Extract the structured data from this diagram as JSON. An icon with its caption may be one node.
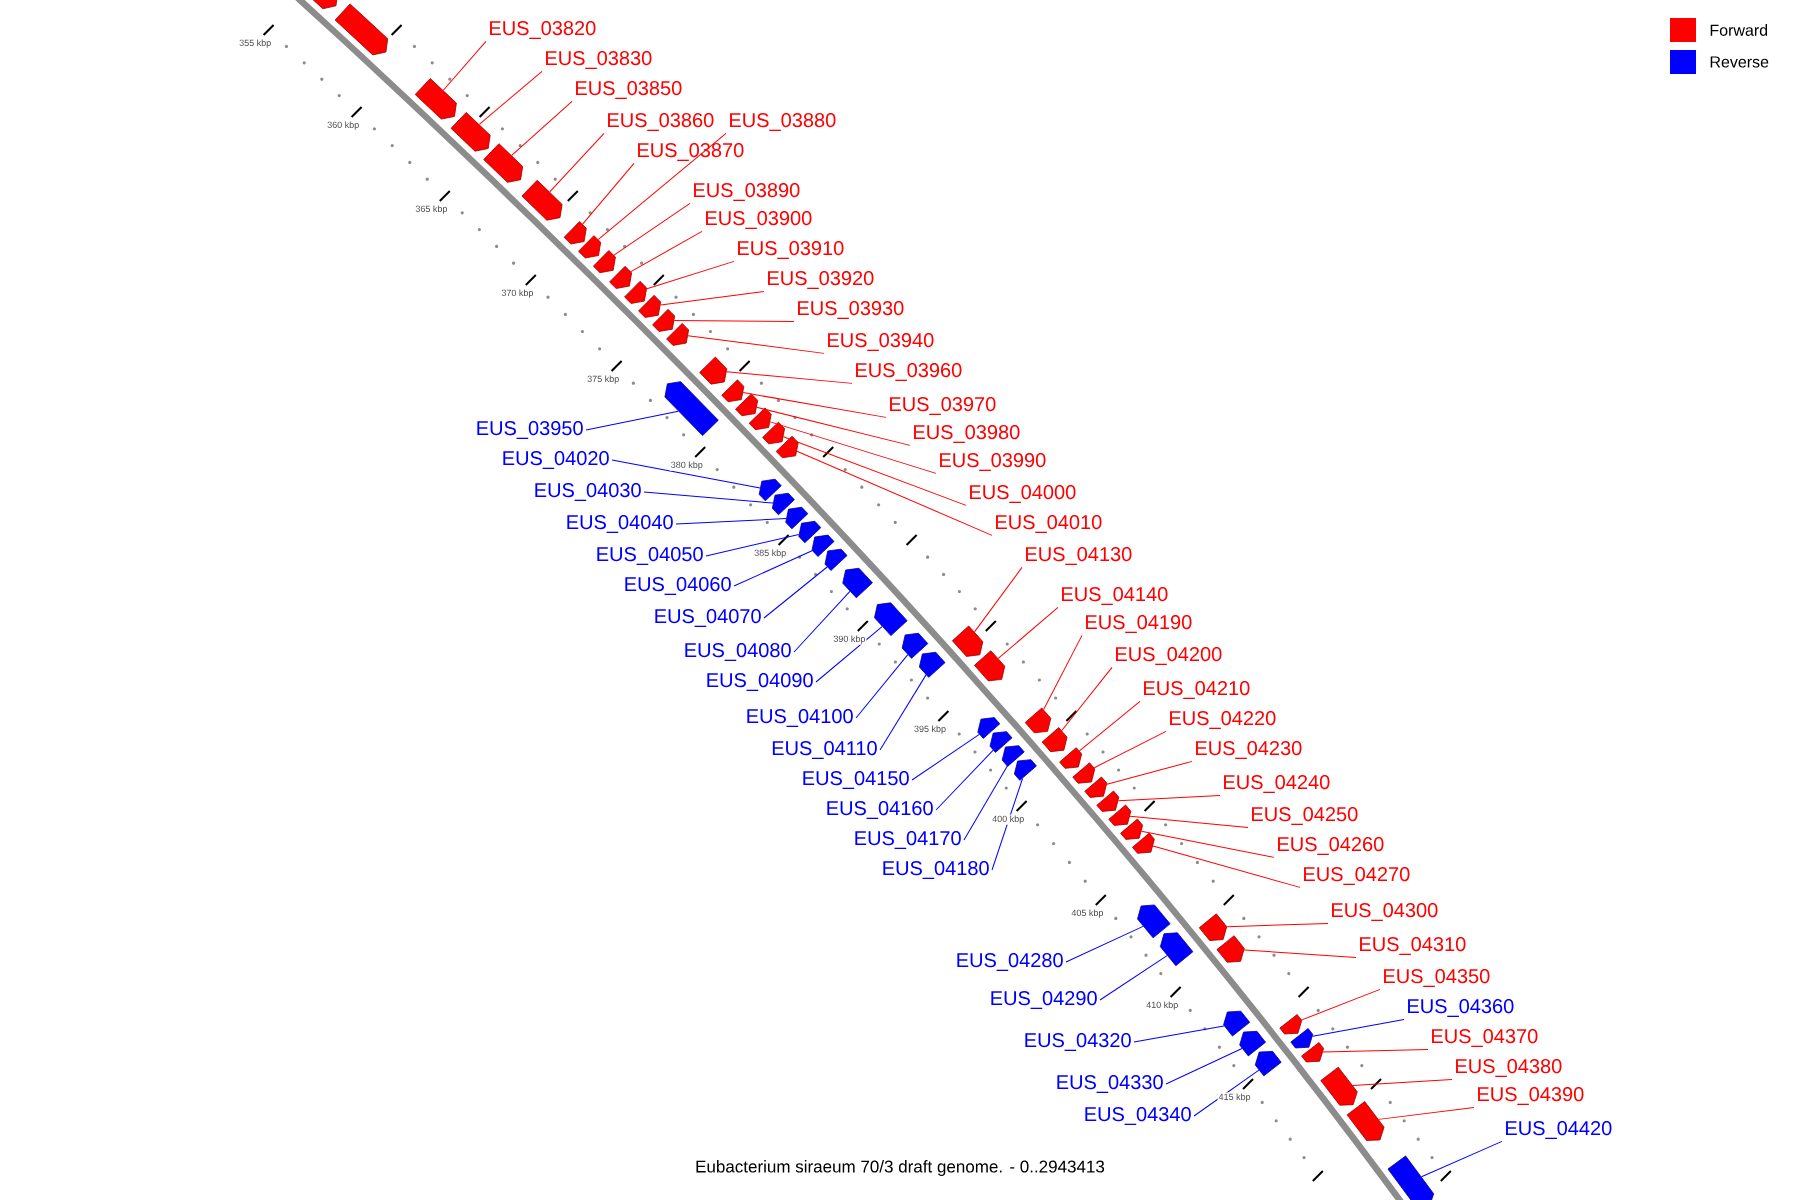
{
  "diagram": {
    "caption": "Eubacterium siraeum 70/3 draft genome. - 0..2943413",
    "nodes": [
      {
        "text": [
          "EUS_03820"
        ]
      },
      {
        "text": [
          "EUS_03830"
        ]
      },
      {
        "text": [
          "EUS_03850"
        ]
      },
      {
        "text": [
          "EUS_03860"
        ]
      },
      {
        "text": [
          "EUS_03880"
        ]
      },
      {
        "text": [
          "EUS_03870"
        ]
      },
      {
        "text": [
          "EUS_03890"
        ]
      },
      {
        "text": [
          "EUS_03900"
        ]
      },
      {
        "text": [
          "EUS_03910"
        ]
      },
      {
        "text": [
          "EUS_03920"
        ]
      },
      {
        "text": [
          "EUS_03930"
        ]
      },
      {
        "text": [
          "EUS_03940"
        ]
      },
      {
        "text": [
          "EUS_03960"
        ]
      },
      {
        "text": [
          "EUS_03970"
        ]
      },
      {
        "text": [
          "EUS_03950"
        ]
      },
      {
        "text": [
          "EUS_03980"
        ]
      },
      {
        "text": [
          "EUS_04020"
        ]
      },
      {
        "text": [
          "EUS_03990"
        ]
      },
      {
        "text": [
          "EUS_04030"
        ]
      },
      {
        "text": [
          "EUS_04000"
        ]
      },
      {
        "text": [
          "EUS_04010"
        ]
      },
      {
        "text": [
          "EUS_04040"
        ]
      },
      {
        "text": [
          "EUS_04050"
        ]
      },
      {
        "text": [
          "EUS_04130"
        ]
      },
      {
        "text": [
          "EUS_04060"
        ]
      },
      {
        "text": [
          "EUS_04140"
        ]
      },
      {
        "text": [
          "EUS_04070"
        ]
      },
      {
        "text": [
          "EUS_04190"
        ]
      },
      {
        "text": [
          "EUS_04080"
        ]
      },
      {
        "text": [
          "EUS_04200"
        ]
      },
      {
        "text": [
          "EUS_04090"
        ]
      },
      {
        "text": [
          "EUS_04210"
        ]
      },
      {
        "text": [
          "EUS_04100"
        ]
      },
      {
        "text": [
          "EUS_04220"
        ]
      },
      {
        "text": [
          "EUS_04110"
        ]
      },
      {
        "text": [
          "EUS_04230"
        ]
      },
      {
        "text": [
          "EUS_04150"
        ]
      },
      {
        "text": [
          "EUS_04240"
        ]
      },
      {
        "text": [
          "EUS_04160"
        ]
      },
      {
        "text": [
          "EUS_04250"
        ]
      },
      {
        "text": [
          "EUS_04170"
        ]
      },
      {
        "text": [
          "EUS_04260"
        ]
      },
      {
        "text": [
          "EUS_04180"
        ]
      },
      {
        "text": [
          "EUS_04270"
        ]
      },
      {
        "text": [
          "EUS_04300"
        ]
      },
      {
        "text": [
          "EUS_04310"
        ]
      },
      {
        "text": [
          "EUS_04280"
        ]
      },
      {
        "text": [
          "EUS_04350"
        ]
      },
      {
        "text": [
          "EUS_04290"
        ]
      },
      {
        "text": [
          "EUS_04360"
        ]
      },
      {
        "text": [
          "EUS_04370"
        ]
      },
      {
        "text": [
          "EUS_04320"
        ]
      },
      {
        "text": [
          "EUS_04380"
        ]
      },
      {
        "text": [
          "EUS_04330"
        ]
      },
      {
        "text": [
          "EUS_04390"
        ]
      },
      {
        "text": [
          "EUS_04340"
        ]
      },
      {
        "text": [
          "EUS_04420"
        ]
      },
      {
        "text": [],
        "shape": "box"
      },
      {
        "text": [],
        "shape": "box"
      },
      {
        "text": [],
        "shape": "box"
      },
      {
        "text": [],
        "shape": "box"
      },
      {
        "text": [],
        "shape": "box"
      },
      {
        "text": [],
        "shape": "box"
      },
      {
        "text": [],
        "shape": "box"
      },
      {
        "text": [],
        "shape": "box"
      },
      {
        "text": [],
        "shape": "box"
      },
      {
        "text": [],
        "shape": "box"
      },
      {
        "text": [],
        "shape": "box"
      },
      {
        "text": [],
        "shape": "box"
      },
      {
        "text": [],
        "shape": "box"
      },
      {
        "text": [],
        "shape": "box"
      },
      {
        "text": [],
        "shape": "box"
      },
      {
        "text": [],
        "shape": "box"
      },
      {
        "text": [],
        "shape": "box"
      },
      {
        "text": [],
        "shape": "box"
      },
      {
        "text": [],
        "shape": "box"
      },
      {
        "text": [],
        "shape": "box"
      },
      {
        "text": [],
        "shape": "box"
      },
      {
        "text": [],
        "shape": "box"
      },
      {
        "text": [],
        "shape": "box"
      },
      {
        "text": [],
        "shape": "box"
      },
      {
        "text": [],
        "shape": "box"
      },
      {
        "text": [],
        "shape": "box"
      },
      {
        "text": [],
        "shape": "box"
      },
      {
        "text": [],
        "shape": "box"
      },
      {
        "text": [],
        "shape": "box"
      },
      {
        "text": [],
        "shape": "box"
      },
      {
        "text": [],
        "shape": "box"
      },
      {
        "text": [],
        "shape": "box"
      },
      {
        "text": [],
        "shape": "box"
      },
      {
        "text": [],
        "shape": "box"
      },
      {
        "text": [],
        "shape": "box"
      },
      {
        "text": [],
        "shape": "box"
      },
      {
        "text": [],
        "shape": "box"
      },
      {
        "text": [],
        "shape": "box"
      },
      {
        "text": [],
        "shape": "box"
      },
      {
        "text": [],
        "shape": "box"
      },
      {
        "text": [],
        "shape": "box"
      },
      {
        "text": [],
        "shape": "box"
      },
      {
        "text": [],
        "shape": "box"
      },
      {
        "text": [],
        "shape": "box"
      },
      {
        "text": [],
        "shape": "box"
      },
      {
        "text": [],
        "shape": "box"
      },
      {
        "text": [],
        "shape": "box"
      },
      {
        "text": [],
        "shape": "box"
      },
      {
        "text": [],
        "shape": "box"
      },
      {
        "text": [],
        "shape": "box"
      },
      {
        "text": [],
        "shape": "box"
      },
      {
        "text": [],
        "shape": "box"
      },
      {
        "text": [],
        "shape": "box"
      },
      {
        "text": [],
        "shape": "box"
      },
      {
        "text": [],
        "shape": "box"
      },
      {
        "text": [],
        "shape": "box"
      },
      {
        "text": [],
        "shape": "box"
      },
      {
        "text": [],
        "shape": "box"
      },
      {
        "text": [],
        "shape": "box"
      }
    ],
    "edges": [
      {
        "from": 0,
        "to": 57,
        "arrow": "none"
      },
      {
        "from": 1,
        "to": 58,
        "arrow": "none"
      },
      {
        "from": 2,
        "to": 59,
        "arrow": "none"
      },
      {
        "from": 3,
        "to": 60,
        "arrow": "none"
      },
      {
        "from": 4,
        "to": 61,
        "arrow": "none"
      },
      {
        "from": 5,
        "to": 62,
        "arrow": "none"
      },
      {
        "from": 6,
        "to": 63,
        "arrow": "none"
      },
      {
        "from": 7,
        "to": 64,
        "arrow": "none"
      },
      {
        "from": 8,
        "to": 65,
        "arrow": "none"
      },
      {
        "from": 9,
        "to": 66,
        "arrow": "none"
      },
      {
        "from": 10,
        "to": 67,
        "arrow": "none"
      },
      {
        "from": 11,
        "to": 68,
        "arrow": "none"
      },
      {
        "from": 12,
        "to": 69,
        "arrow": "none"
      },
      {
        "from": 13,
        "to": 70,
        "arrow": "none"
      },
      {
        "from": 14,
        "to": 71,
        "arrow": "none",
        "color": "#0000ff"
      },
      {
        "from": 15,
        "to": 72,
        "arrow": "none"
      },
      {
        "from": 16,
        "to": 73,
        "arrow": "none",
        "color": "#0000ff"
      },
      {
        "from": 17,
        "to": 74,
        "arrow": "none"
      },
      {
        "from": 18,
        "to": 75,
        "arrow": "none",
        "color": "#0000ff"
      },
      {
        "from": 19,
        "to": 76,
        "arrow": "none"
      },
      {
        "from": 20,
        "to": 77,
        "arrow": "none"
      },
      {
        "from": 21,
        "to": 78,
        "arrow": "none",
        "color": "#0000ff"
      },
      {
        "from": 22,
        "to": 79,
        "arrow": "none",
        "color": "#0000ff"
      },
      {
        "from": 23,
        "to": 80,
        "arrow": "none"
      },
      {
        "from": 24,
        "to": 81,
        "arrow": "none",
        "color": "#0000ff"
      },
      {
        "from": 25,
        "to": 82,
        "arrow": "none"
      },
      {
        "from": 26,
        "to": 83,
        "arrow": "none",
        "color": "#0000ff"
      },
      {
        "from": 27,
        "to": 84,
        "arrow": "none"
      },
      {
        "from": 28,
        "to": 85,
        "arrow": "none",
        "color": "#0000ff"
      },
      {
        "from": 29,
        "to": 86,
        "arrow": "none"
      },
      {
        "from": 30,
        "to": 87,
        "arrow": "none",
        "color": "#0000ff"
      },
      {
        "from": 31,
        "to": 88,
        "arrow": "none"
      },
      {
        "from": 32,
        "to": 89,
        "arrow": "none",
        "color": "#0000ff"
      },
      {
        "from": 33,
        "to": 90,
        "arrow": "none"
      },
      {
        "from": 34,
        "to": 91,
        "arrow": "none",
        "color": "#0000ff"
      },
      {
        "from": 35,
        "to": 92,
        "arrow": "none"
      },
      {
        "from": 36,
        "to": 93,
        "arrow": "none",
        "color": "#0000ff"
      },
      {
        "from": 37,
        "to": 94,
        "arrow": "none"
      },
      {
        "from": 38,
        "to": 95,
        "arrow": "none",
        "color": "#0000ff"
      },
      {
        "from": 39,
        "to": 96,
        "arrow": "none"
      },
      {
        "from": 40,
        "to": 97,
        "arrow": "none",
        "color": "#0000ff"
      },
      {
        "from": 41,
        "to": 98,
        "arrow": "none"
      },
      {
        "from": 42,
        "to": 99,
        "arrow": "none",
        "color": "#0000ff"
      },
      {
        "from": 43,
        "to": 100,
        "arrow": "none"
      },
      {
        "from": 44,
        "to": 101,
        "arrow": "none"
      },
      {
        "from": 45,
        "to": 102,
        "arrow": "none"
      },
      {
        "from": 46,
        "to": 103,
        "arrow": "none",
        "color": "#0000ff"
      },
      {
        "from": 47,
        "to": 104,
        "arrow": "none"
      },
      {
        "from": 48,
        "to": 105,
        "arrow": "none",
        "color": "#0000ff"
      },
      {
        "from": 49,
        "to": 106,
        "arrow": "none",
        "color": "#0000ff"
      },
      {
        "from": 50,
        "to": 107,
        "arrow": "none"
      },
      {
        "from": 51,
        "to": 108,
        "arrow": "none",
        "color": "#0000ff"
      },
      {
        "from": 52,
        "to": 109,
        "arrow": "none"
      },
      {
        "from": 53,
        "to": 110,
        "arrow": "none",
        "color": "#0000ff"
      },
      {
        "from": 54,
        "to": 111,
        "arrow": "none"
      },
      {
        "from": 55,
        "to": 112,
        "arrow": "none",
        "color": "#0000ff"
      },
      {
        "from": 56,
        "to": 113,
        "arrow": "none",
        "color": "#0000ff"
      }
    ],
    "labels": [
      "355 kbp",
      "360 kbp",
      "365 kbp",
      "370 kbp",
      "375 kbp",
      "380 kbp",
      "385 kbp",
      "390 kbp",
      "395 kbp",
      "400 kbp",
      "405 kbp",
      "410 kbp",
      "415 kbp"
    ],
    "legend": [
      {
        "text": "Forward",
        "color": "#ff0000"
      },
      {
        "text": "Reverse",
        "color": "#0000ff"
      }
    ]
  }
}
